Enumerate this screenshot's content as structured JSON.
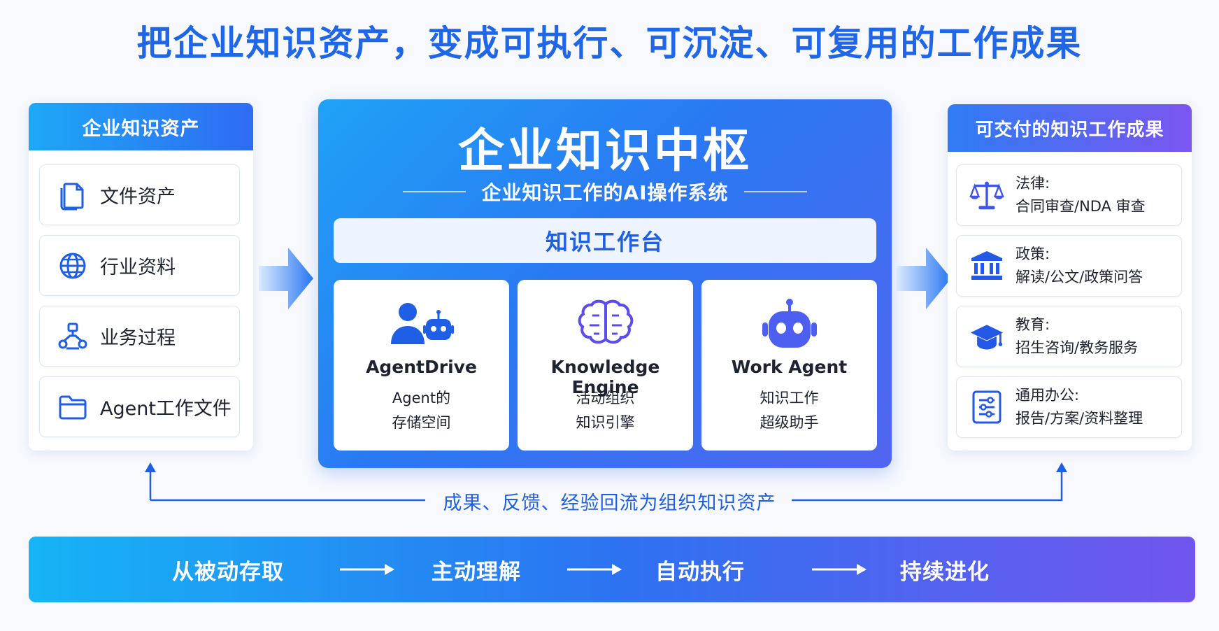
{
  "title": "把企业知识资产，变成可执行、可沉淀、可复用的工作成果",
  "left_panel": {
    "heading": "企业知识资产",
    "items": [
      {
        "label": "文件资产",
        "icon": "document-icon"
      },
      {
        "label": "行业资料",
        "icon": "globe-icon"
      },
      {
        "label": "业务过程",
        "icon": "flow-icon"
      },
      {
        "label": "Agent工作文件",
        "icon": "folder-icon"
      }
    ]
  },
  "hub": {
    "title": "企业知识中枢",
    "subtitle": "企业知识工作的AI操作系统",
    "workbench": "知识工作台",
    "modules": [
      {
        "name": "AgentDrive",
        "desc1": "Agent的",
        "desc2": "存储空间",
        "icon": "user-robot-icon"
      },
      {
        "name": "Knowledge Engine",
        "desc1": "活动组织",
        "desc2": "知识引擎",
        "icon": "brain-icon"
      },
      {
        "name": "Work Agent",
        "desc1": "知识工作",
        "desc2": "超级助手",
        "icon": "robot-icon"
      }
    ]
  },
  "right_panel": {
    "heading": "可交付的知识工作成果",
    "items": [
      {
        "category": "法律:",
        "detail": "合同审查/NDA 审查",
        "icon": "scales-icon"
      },
      {
        "category": "政策:",
        "detail": "解读/公文/政策问答",
        "icon": "government-icon"
      },
      {
        "category": "教育:",
        "detail": "招生咨询/教务服务",
        "icon": "graduation-cap-icon"
      },
      {
        "category": "通用办公:",
        "detail": "报告/方案/资料整理",
        "icon": "checklist-icon"
      }
    ]
  },
  "feedback": "成果、反馈、经验回流为组织知识资产",
  "stages": [
    "从被动存取",
    "主动理解",
    "自动执行",
    "持续进化"
  ],
  "colors": {
    "title_blue": "#1f66e8",
    "icon_blue": "#1f5fe6",
    "hub_start": "#1fa2f6",
    "hub_end": "#5265f0",
    "bar_start": "#16b4f6",
    "bar_end": "#7155ee"
  }
}
